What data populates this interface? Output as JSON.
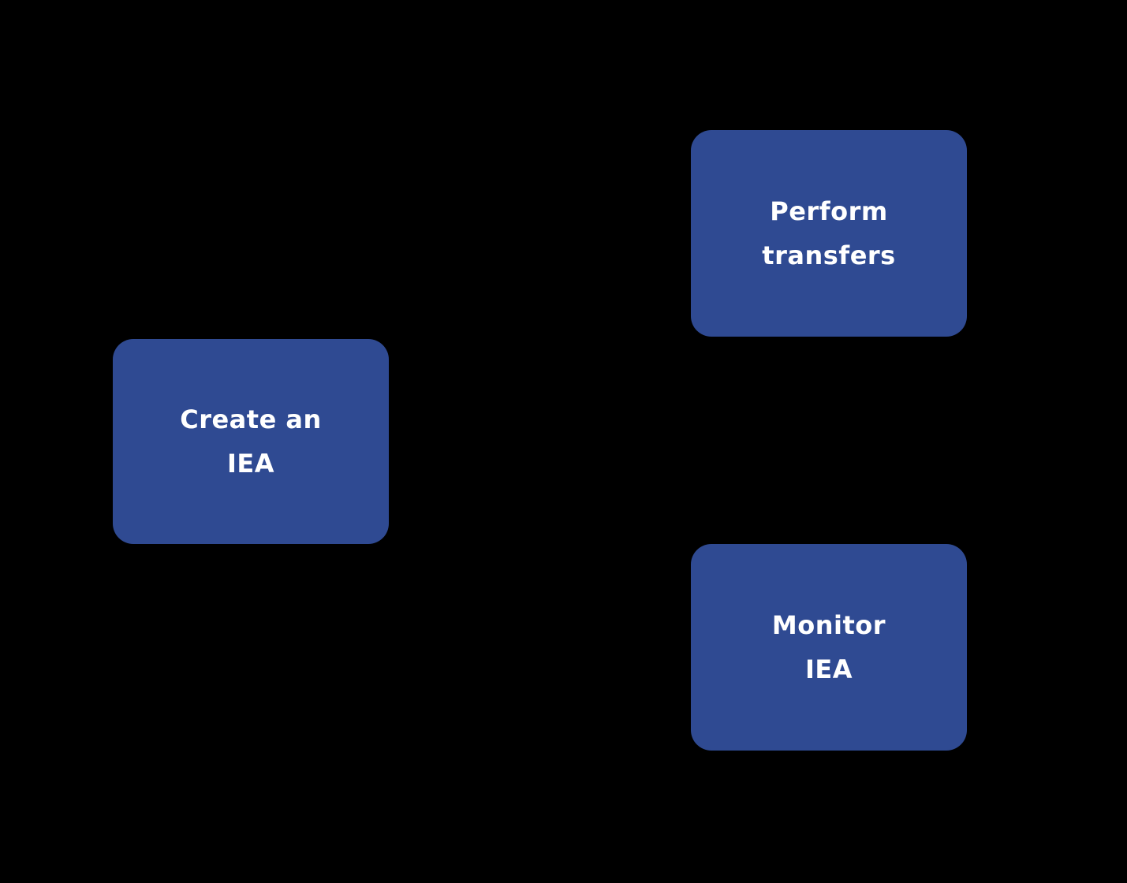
{
  "diagram": {
    "background_color": "#000000",
    "node_fill_color": "#2F4A92",
    "node_text_color": "#FFFFFF",
    "nodes": [
      {
        "id": "create-an-iea",
        "lines": [
          "Create an",
          "IEA"
        ]
      },
      {
        "id": "perform-transfers",
        "lines": [
          "Perform",
          "transfers"
        ]
      },
      {
        "id": "monitor-iea",
        "lines": [
          "Monitor",
          "IEA"
        ]
      }
    ]
  }
}
